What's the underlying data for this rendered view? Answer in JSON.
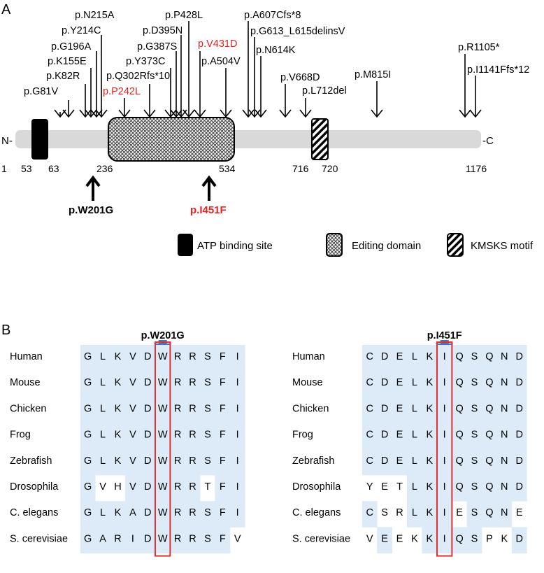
{
  "panels": {
    "a": "A",
    "b": "B"
  },
  "protein": {
    "n_term": "N-",
    "c_term": "-C",
    "positions": [
      {
        "label": "1"
      },
      {
        "label": "53"
      },
      {
        "label": "63"
      },
      {
        "label": "236"
      },
      {
        "label": "534"
      },
      {
        "label": "716"
      },
      {
        "label": "720"
      },
      {
        "label": "1176"
      }
    ]
  },
  "variants": [
    {
      "label": "p.G81V",
      "color": "#000000"
    },
    {
      "label": "p.K82R",
      "color": "#000000"
    },
    {
      "label": "p.K155E",
      "color": "#000000"
    },
    {
      "label": "p.G196A",
      "color": "#000000"
    },
    {
      "label": "p.Y214C",
      "color": "#000000"
    },
    {
      "label": "p.N215A",
      "color": "#000000"
    },
    {
      "label": "p.P242L",
      "color": "#e8201f"
    },
    {
      "label": "p.Q302Rfs*10",
      "color": "#000000"
    },
    {
      "label": "p.Y373C",
      "color": "#000000"
    },
    {
      "label": "p.G387S",
      "color": "#000000"
    },
    {
      "label": "p.D395N",
      "color": "#000000"
    },
    {
      "label": "p.P428L",
      "color": "#000000"
    },
    {
      "label": "p.V431D",
      "color": "#e8201f"
    },
    {
      "label": "p.A504V",
      "color": "#000000"
    },
    {
      "label": "p.A607Cfs*8",
      "color": "#000000"
    },
    {
      "label": "p.G613_L615delinsV",
      "color": "#000000"
    },
    {
      "label": "p.N614K",
      "color": "#000000"
    },
    {
      "label": "p.V668D",
      "color": "#000000"
    },
    {
      "label": "p.L712del",
      "color": "#000000"
    },
    {
      "label": "p.M815I",
      "color": "#000000"
    },
    {
      "label": "p.R1105*",
      "color": "#000000"
    },
    {
      "label": "p.I1141Ffs*12",
      "color": "#000000"
    }
  ],
  "highlight_variants": [
    {
      "label": "p.W201G",
      "color": "#000000"
    },
    {
      "label": "p.I451F",
      "color": "#e8201f"
    }
  ],
  "legend": [
    {
      "label": "ATP binding site",
      "icon": "solid-black-box"
    },
    {
      "label": "Editing domain",
      "icon": "crosshatch-box"
    },
    {
      "label": "KMSKS motif",
      "icon": "diagonal-stripe-box"
    }
  ],
  "alignment": {
    "species": [
      "Human",
      "Mouse",
      "Chicken",
      "Frog",
      "Zebrafish",
      "Drosophila",
      "C. elegans",
      "S. cerevisiae"
    ],
    "highlight_bg": "#dcebf7",
    "box_color": "#e03030",
    "arrow_color": "#4472c4",
    "blocks": [
      {
        "title": "p.W201G",
        "key_index": 5,
        "rows": [
          [
            "G",
            "L",
            "K",
            "V",
            "D",
            "W",
            "R",
            "R",
            "S",
            "F",
            "I"
          ],
          [
            "G",
            "L",
            "K",
            "V",
            "D",
            "W",
            "R",
            "R",
            "S",
            "F",
            "I"
          ],
          [
            "G",
            "L",
            "K",
            "V",
            "D",
            "W",
            "R",
            "R",
            "S",
            "F",
            "I"
          ],
          [
            "G",
            "L",
            "K",
            "V",
            "D",
            "W",
            "R",
            "R",
            "S",
            "F",
            "I"
          ],
          [
            "G",
            "L",
            "K",
            "V",
            "D",
            "W",
            "R",
            "R",
            "S",
            "F",
            "I"
          ],
          [
            "G",
            "V",
            "H",
            "V",
            "D",
            "W",
            "R",
            "R",
            "T",
            "F",
            "I"
          ],
          [
            "G",
            "L",
            "K",
            "A",
            "D",
            "W",
            "R",
            "R",
            "S",
            "F",
            "I"
          ],
          [
            "G",
            "A",
            "R",
            "I",
            "D",
            "W",
            "R",
            "R",
            "S",
            "F",
            "V"
          ]
        ],
        "shade": [
          [
            1,
            1,
            1,
            1,
            1,
            1,
            1,
            1,
            1,
            1,
            1
          ],
          [
            1,
            1,
            1,
            1,
            1,
            1,
            1,
            1,
            1,
            1,
            1
          ],
          [
            1,
            1,
            1,
            1,
            1,
            1,
            1,
            1,
            1,
            1,
            1
          ],
          [
            1,
            1,
            1,
            1,
            1,
            1,
            1,
            1,
            1,
            1,
            1
          ],
          [
            1,
            1,
            1,
            1,
            1,
            1,
            1,
            1,
            1,
            1,
            1
          ],
          [
            1,
            0,
            0,
            1,
            1,
            1,
            1,
            1,
            0,
            1,
            1
          ],
          [
            1,
            1,
            1,
            1,
            1,
            1,
            1,
            1,
            1,
            1,
            1
          ],
          [
            1,
            1,
            1,
            1,
            1,
            1,
            1,
            1,
            1,
            1,
            0
          ]
        ]
      },
      {
        "title": "p.I451F",
        "key_index": 5,
        "rows": [
          [
            "C",
            "D",
            "E",
            "L",
            "K",
            "I",
            "Q",
            "S",
            "Q",
            "N",
            "D"
          ],
          [
            "C",
            "D",
            "E",
            "L",
            "K",
            "I",
            "Q",
            "S",
            "Q",
            "N",
            "D"
          ],
          [
            "C",
            "D",
            "E",
            "L",
            "K",
            "I",
            "Q",
            "S",
            "Q",
            "N",
            "D"
          ],
          [
            "C",
            "D",
            "E",
            "L",
            "K",
            "I",
            "Q",
            "S",
            "Q",
            "N",
            "D"
          ],
          [
            "C",
            "D",
            "E",
            "L",
            "K",
            "I",
            "Q",
            "S",
            "Q",
            "N",
            "D"
          ],
          [
            "Y",
            "E",
            "T",
            "L",
            "K",
            "I",
            "Q",
            "S",
            "Q",
            "N",
            "D"
          ],
          [
            "C",
            "S",
            "R",
            "L",
            "K",
            "I",
            "E",
            "S",
            "Q",
            "N",
            "E"
          ],
          [
            "V",
            "E",
            "E",
            "K",
            "K",
            "I",
            "Q",
            "S",
            "P",
            "K",
            "D"
          ]
        ],
        "shade": [
          [
            1,
            1,
            1,
            1,
            1,
            1,
            1,
            1,
            1,
            1,
            1
          ],
          [
            1,
            1,
            1,
            1,
            1,
            1,
            1,
            1,
            1,
            1,
            1
          ],
          [
            1,
            1,
            1,
            1,
            1,
            1,
            1,
            1,
            1,
            1,
            1
          ],
          [
            1,
            1,
            1,
            1,
            1,
            1,
            1,
            1,
            1,
            1,
            1
          ],
          [
            1,
            1,
            1,
            1,
            1,
            1,
            1,
            1,
            1,
            1,
            1
          ],
          [
            0,
            0,
            0,
            1,
            1,
            1,
            1,
            1,
            1,
            1,
            1
          ],
          [
            1,
            0,
            0,
            1,
            1,
            1,
            0,
            1,
            1,
            1,
            0
          ],
          [
            0,
            1,
            0,
            0,
            1,
            1,
            1,
            1,
            0,
            0,
            1
          ]
        ]
      }
    ]
  }
}
